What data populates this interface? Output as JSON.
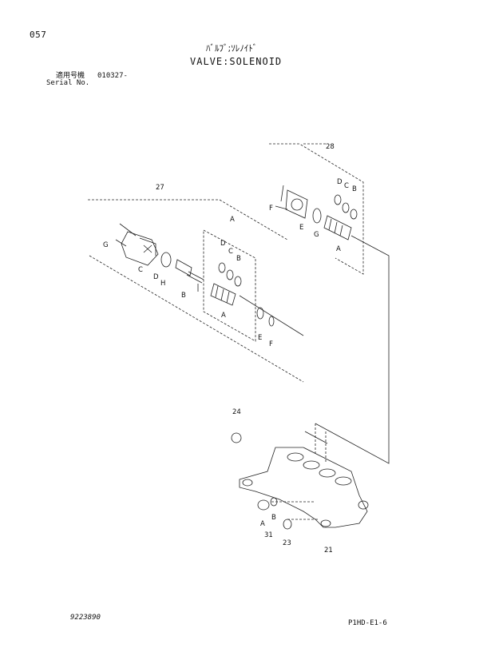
{
  "header": {
    "page_number": "057",
    "title_jp": "ﾊﾞﾙﾌﾞ;ｿﾚﾉｲﾄﾞ",
    "title_en": "VALVE:SOLENOID",
    "serial_jp": "適用号機",
    "serial_value": "010327-",
    "serial_en": "Serial No."
  },
  "callouts": {
    "c28": "28",
    "c27": "27",
    "c24": "24",
    "c21": "21",
    "c23": "23",
    "c31": "31",
    "lblA_top": "A",
    "lblA_right": "A",
    "lblA_mid": "A",
    "lblA_bottom": "A",
    "lblB_top": "B",
    "lblB_mid": "B",
    "lblB_left": "B",
    "lblB_bottom": "B",
    "lblC_top": "C",
    "lblC_mid": "C",
    "lblC_left": "C",
    "lblD_top": "D",
    "lblD_mid": "D",
    "lblD_left": "D",
    "lblE_top": "E",
    "lblE_mid": "E",
    "lblF_top": "F",
    "lblF_mid": "F",
    "lblG_top": "G",
    "lblG_left": "G",
    "lblH": "H"
  },
  "footer": {
    "drawing_number": "9223890",
    "page_code": "P1HD-E1-6"
  }
}
